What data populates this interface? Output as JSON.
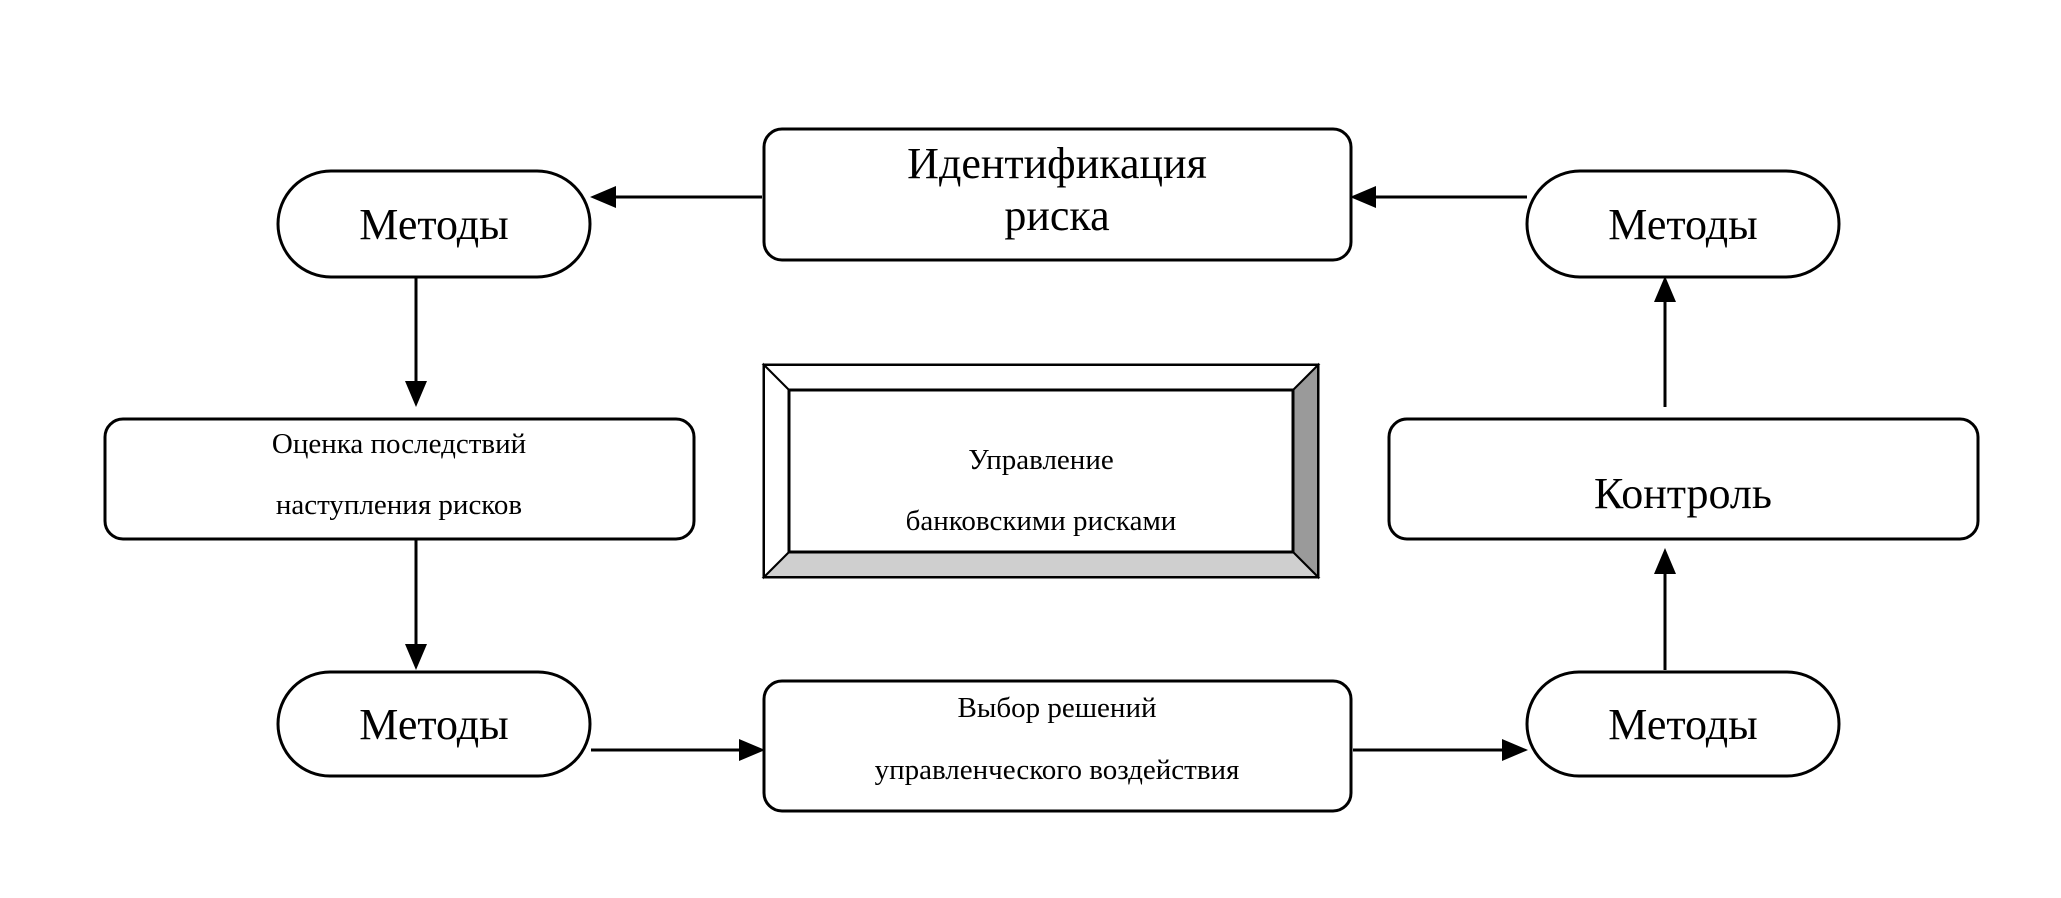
{
  "diagram": {
    "identification": {
      "line1": "Идентификация",
      "line2": "риска"
    },
    "methods_top_left": "Методы",
    "methods_top_right": "Методы",
    "methods_bottom_left": "Методы",
    "methods_bottom_right": "Методы",
    "assessment": {
      "line1": "Оценка последствий",
      "line2": "наступления рисков"
    },
    "center": {
      "line1": "Управление",
      "line2": "банковскими рисками"
    },
    "control": "Контроль",
    "choice": {
      "line1": "Выбор решений",
      "line2": "управленческого воздействия"
    }
  }
}
